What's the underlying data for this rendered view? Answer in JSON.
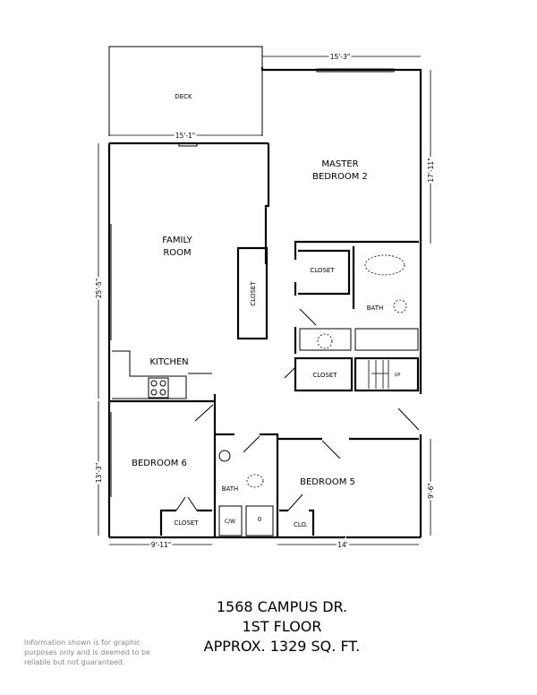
{
  "rooms": {
    "deck": "DECK",
    "master_line1": "MASTER",
    "master_line2": "BEDROOM 2",
    "family_line1": "FAMILY",
    "family_line2": "ROOM",
    "closet_family": "CLOSET",
    "closet_master": "CLOSET",
    "bath_master": "BATH",
    "kitchen": "KITCHEN",
    "closet_hall": "CLOSET",
    "stairs_up": "UP",
    "bedroom6": "BEDROOM 6",
    "closet_bedroom6": "CLOSET",
    "bath_hall": "BATH",
    "cw": "C/W",
    "bedroom5": "BEDROOM 5",
    "clo": "CLO."
  },
  "dimensions": {
    "master_width": "15'-3\"",
    "deck_width": "15'-1\"",
    "master_depth": "17'-11\"",
    "family_depth": "25'-5\"",
    "bedroom6_depth": "13'-3\"",
    "bedroom5_depth": "9'-6\"",
    "bedroom6_width": "9'-11\"",
    "bedroom5_width": "14'"
  },
  "title": {
    "address": "1568 CAMPUS DR.",
    "floor": "1ST FLOOR",
    "area": "APPROX. 1329 SQ. FT."
  },
  "disclaimer": "Information shown is for graphic purposes only and is deemed to be reliable but not guaranteed."
}
